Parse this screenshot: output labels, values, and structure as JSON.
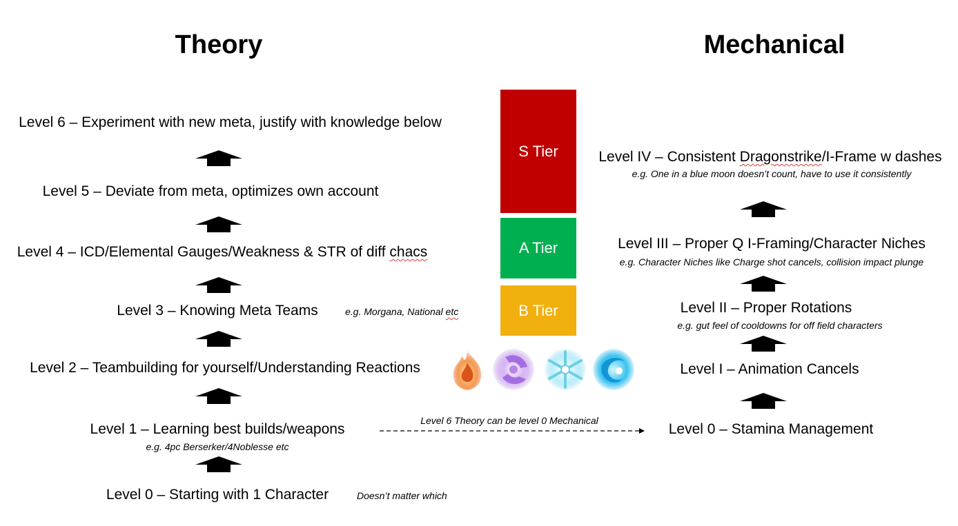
{
  "theory": {
    "title": "Theory",
    "levels": [
      {
        "label": "Level 6 – Experiment with new meta, justify with knowledge below"
      },
      {
        "label": "Level 5 – Deviate from meta, optimizes own account"
      },
      {
        "label_pre": "Level 4 – ICD/Elemental Gauges/Weakness & STR of diff ",
        "label_squig": "chacs"
      },
      {
        "label": "Level 3 – Knowing Meta Teams",
        "note_pre": "e.g. Morgana, National ",
        "note_squig": "etc"
      },
      {
        "label": "Level 2 – Teambuilding for yourself/Understanding Reactions"
      },
      {
        "label": "Level 1 – Learning best builds/weapons",
        "note": "e.g. 4pc Berserker/4Noblesse etc"
      },
      {
        "label": "Level 0 – Starting with 1 Character",
        "note": "Doesn’t matter which"
      }
    ]
  },
  "mechanical": {
    "title": "Mechanical",
    "levels": [
      {
        "label_pre": "Level IV – Consistent ",
        "label_squig": "Dragonstrike",
        "label_post": "/I-Frame w dashes",
        "note": "e.g. One in a blue moon doesn’t count, have to use it consistently"
      },
      {
        "label": "Level III – Proper Q I-Framing/Character Niches",
        "note": "e.g. Character Niches like Charge shot cancels, collision impact plunge"
      },
      {
        "label": "Level II – Proper Rotations",
        "note": "e.g. gut feel of cooldowns for off field characters"
      },
      {
        "label": "Level I – Animation Cancels"
      },
      {
        "label": "Level 0 – Stamina Management"
      }
    ]
  },
  "tiers": [
    {
      "label": "S Tier",
      "color": "#c00000"
    },
    {
      "label": "A Tier",
      "color": "#00b050"
    },
    {
      "label": "B Tier",
      "color": "#f2b00f"
    }
  ],
  "connector": {
    "label": "Level 6 Theory can be level 0 Mechanical"
  },
  "elements": [
    {
      "icon": "pyro-icon",
      "color": "#f07a2a"
    },
    {
      "icon": "electro-icon",
      "color": "#b784e8"
    },
    {
      "icon": "cryo-icon",
      "color": "#9fe6f5"
    },
    {
      "icon": "hydro-icon",
      "color": "#1fb6ea"
    }
  ]
}
